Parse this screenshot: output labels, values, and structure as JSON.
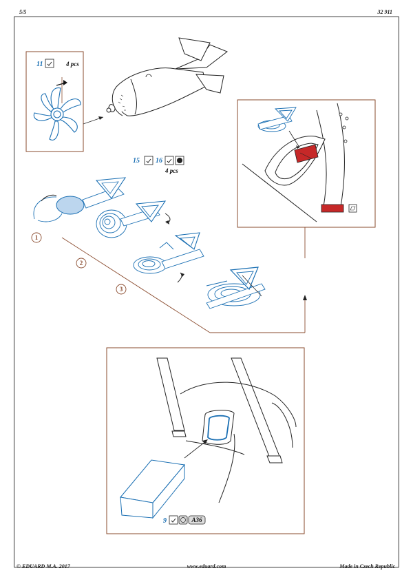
{
  "header": {
    "page": "5/5",
    "code": "32 911"
  },
  "footer": {
    "copyright": "© EDUARD  M.A. 2017",
    "website": "www.eduard.com",
    "origin": "Made in Czech Republic"
  },
  "fins": {
    "part": "11",
    "qty": "4 pcs"
  },
  "targets": {
    "part_a": "15",
    "part_b": "16",
    "qty": "4 pcs",
    "steps": [
      "1",
      "2",
      "3"
    ]
  },
  "bay": {
    "part": "9",
    "ref": "A36"
  },
  "colors": {
    "accent_blue": "#1a6fb3",
    "red": "#c62828",
    "line": "#8a4b2e"
  }
}
